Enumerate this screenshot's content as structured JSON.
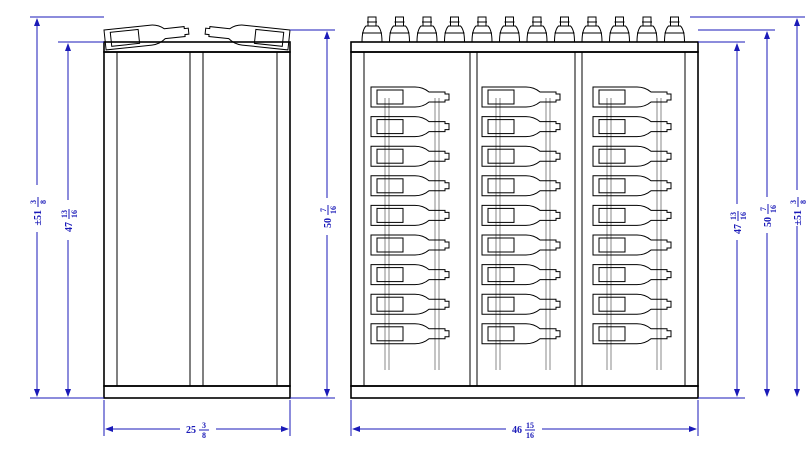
{
  "dimensions": {
    "side_total_height": "±51 3/8",
    "side_cabinet_height": "47 13/16",
    "side_depth_height": "50 7/16",
    "side_width": "25 3/8",
    "front_cabinet_height": "47 13/16",
    "front_depth_height": "50 7/16",
    "front_total_height": "±51 3/8",
    "front_width": "46 15/16"
  },
  "dim_parts": {
    "side_total": {
      "prefix": "±51",
      "num": "3",
      "den": "8"
    },
    "side_cabinet": {
      "prefix": "47",
      "num": "13",
      "den": "16"
    },
    "side_depth": {
      "prefix": "50",
      "num": "7",
      "den": "16"
    },
    "side_width": {
      "prefix": "25",
      "num": "3",
      "den": "8"
    },
    "front_cabinet": {
      "prefix": "47",
      "num": "13",
      "den": "16"
    },
    "front_depth": {
      "prefix": "50",
      "num": "7",
      "den": "16"
    },
    "front_total": {
      "prefix": "±51",
      "num": "3",
      "den": "8"
    },
    "front_width": {
      "prefix": "46",
      "num": "15",
      "den": "16"
    }
  },
  "views": {
    "side_top_bottles": 2,
    "front_top_bottles": 12,
    "front_columns": 3,
    "bottles_per_column": 9
  },
  "colors": {
    "dimension_line": "#1a1ab8",
    "outline": "#000000",
    "rod": "#888888"
  }
}
